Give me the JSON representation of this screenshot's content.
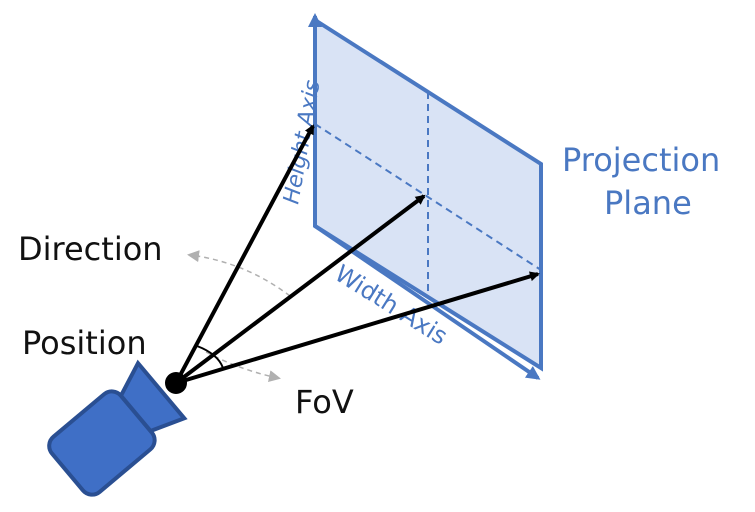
{
  "labels": {
    "direction": "Direction",
    "position": "Position",
    "fov": "FoV",
    "height_axis": "Height Axis",
    "width_axis": "Width Axis",
    "projection_line1": "Projection",
    "projection_line2": "Plane"
  },
  "colors": {
    "plane_fill": "#d9e3f5",
    "plane_stroke": "#4a78c2",
    "camera_fill": "#3f6fc6",
    "camera_stroke": "#2a4f92",
    "ray": "#000000",
    "hint_arrow": "#b0b0b0"
  }
}
